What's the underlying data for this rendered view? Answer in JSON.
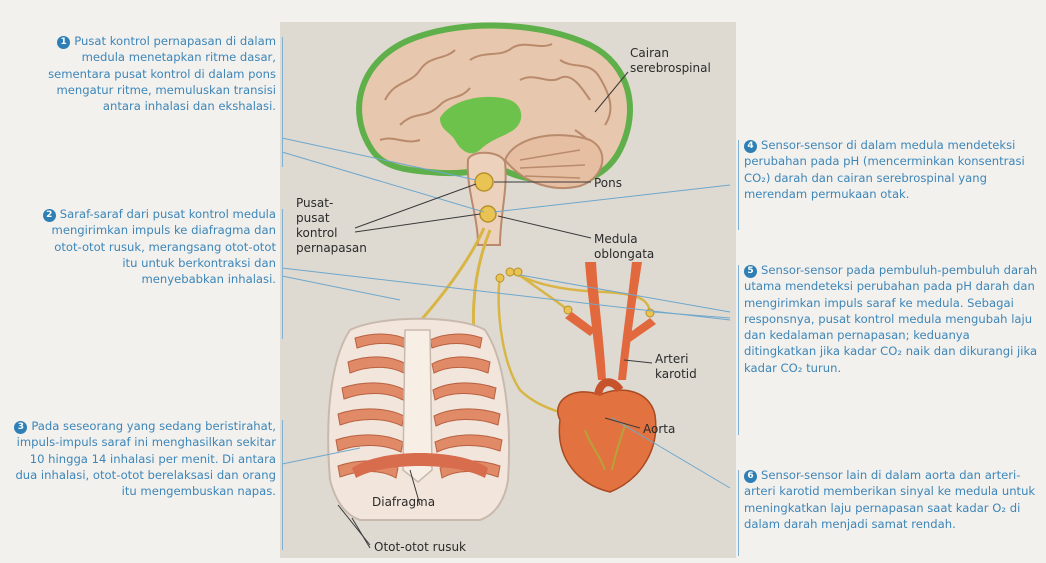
{
  "notes": {
    "n1": {
      "num": "1",
      "text": "Pusat kontrol pernapasan di dalam medula menetapkan ritme dasar, sementara pusat kontrol di dalam pons mengatur ritme, memuluskan transisi antara inhalasi dan ekshalasi."
    },
    "n2": {
      "num": "2",
      "text": "Saraf-saraf dari pusat kontrol medula mengirimkan impuls ke diafragma dan otot-otot rusuk, merangsang otot-otot itu untuk berkontraksi dan menyebabkan inhalasi."
    },
    "n3": {
      "num": "3",
      "text": "Pada seseorang yang sedang beristirahat, impuls-impuls saraf ini menghasilkan sekitar 10 hingga 14 inhalasi per menit. Di antara dua inhalasi, otot-otot berelaksasi dan orang itu mengembuskan napas."
    },
    "n4": {
      "num": "4",
      "text": "Sensor-sensor di dalam medula mendeteksi perubahan pada pH (mencerminkan konsentrasi CO₂) darah dan cairan serebrospinal yang merendam permukaan otak."
    },
    "n5": {
      "num": "5",
      "text": "Sensor-sensor pada pembuluh-pembuluh darah utama mendeteksi perubahan pada pH darah dan mengirimkan impuls saraf ke medula. Sebagai responsnya, pusat kontrol medula mengubah laju dan kedalaman pernapasan; keduanya ditingkatkan jika kadar CO₂ naik dan dikurangi jika kadar CO₂ turun."
    },
    "n6": {
      "num": "6",
      "text": "Sensor-sensor lain di dalam aorta dan arteri-arteri karotid memberikan sinyal ke medula untuk meningkatkan laju pernapasan saat kadar O₂ di dalam darah menjadi samat rendah."
    }
  },
  "labels": {
    "cairan": "Cairan serebrospinal",
    "pons": "Pons",
    "pusat": "Pusat-pusat kontrol pernapasan",
    "medula": "Medula oblongata",
    "arteri": "Arteri karotid",
    "aorta": "Aorta",
    "diafragma": "Diafragma",
    "otot": "Otot-otot rusuk"
  }
}
